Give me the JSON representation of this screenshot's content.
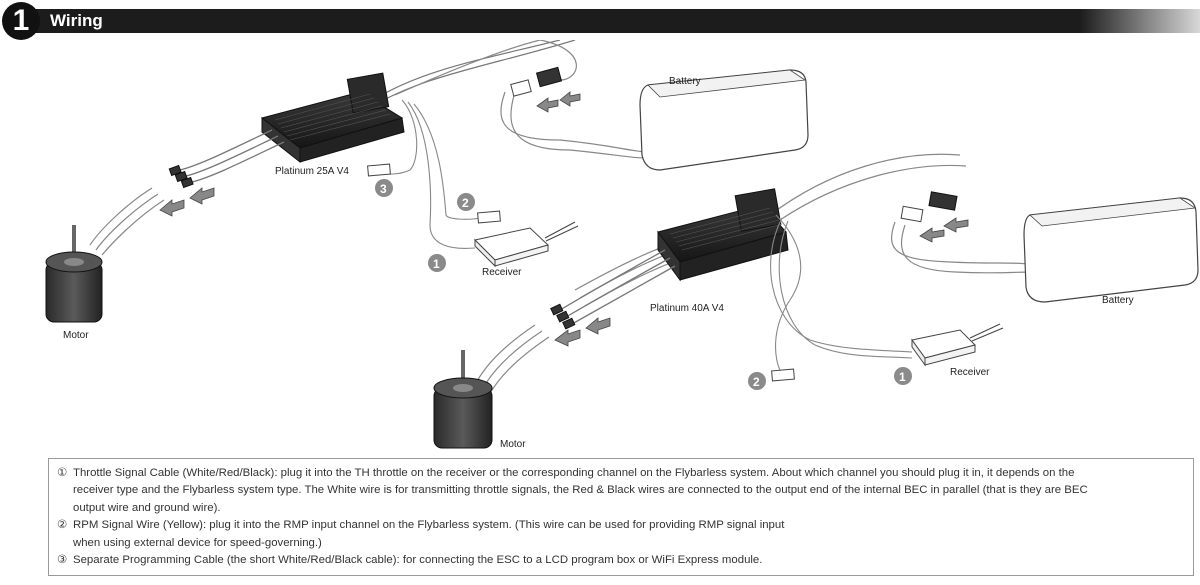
{
  "header": {
    "number": "1",
    "title": "Wiring"
  },
  "diagram": {
    "labels": {
      "esc_top": "Platinum 25A V4",
      "esc_bottom": "Platinum  40A V4",
      "battery_top": "Battery",
      "battery_bottom": "Battery",
      "receiver_top": "Receiver",
      "receiver_bottom": "Receiver",
      "motor_top": "Motor",
      "motor_bottom": "Motor"
    },
    "badges": {
      "one": "1",
      "two": "2",
      "three": "3"
    }
  },
  "notes": [
    {
      "marker": "①",
      "lines": [
        "Throttle Signal Cable (White/Red/Black): plug it into the TH throttle on the receiver or the corresponding channel on the Flybarless system. About which channel you should plug it in, it depends on the",
        "receiver type and the Flybarless system type. The White wire is for transmitting throttle signals, the Red & Black wires are connected to the output end of the internal BEC in parallel (that is they are BEC",
        "output wire and ground wire)."
      ]
    },
    {
      "marker": "②",
      "lines": [
        "RPM Signal Wire (Yellow): plug it into the RMP input channel on the Flybarless system. (This wire can be used for providing RMP signal input",
        "when using external device for speed-governing.)"
      ]
    },
    {
      "marker": "③",
      "lines": [
        "Separate Programming Cable (the short White/Red/Black cable): for connecting the ESC to a LCD program box or WiFi Express module."
      ]
    }
  ]
}
